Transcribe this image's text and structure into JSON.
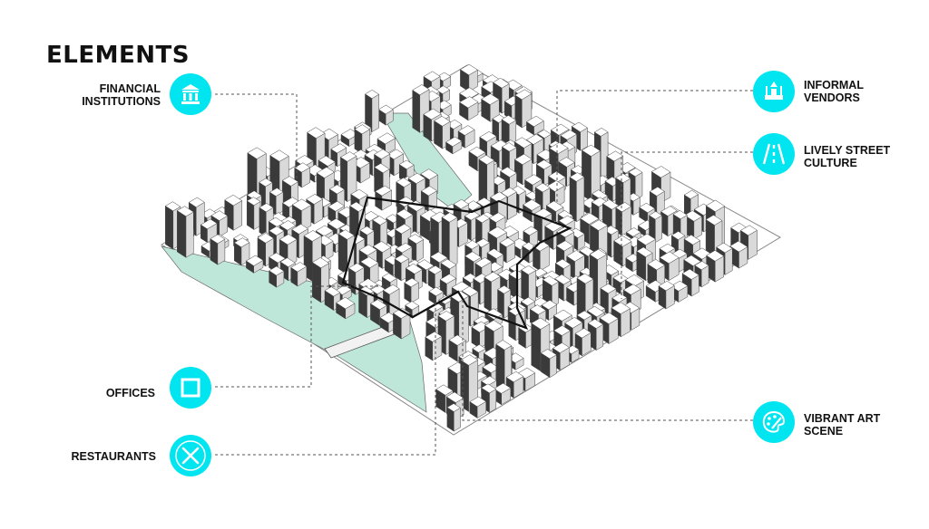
{
  "title": "ELEMENTS",
  "colors": {
    "accent": "#00e5ef",
    "water": "#bfe7d9",
    "outline": "#111111"
  },
  "elements": {
    "financial": {
      "line1": "FINANCIAL",
      "line2": "INSTITUTIONS",
      "icon": "bank-icon"
    },
    "offices": {
      "line1": "OFFICES",
      "icon": "square-icon"
    },
    "restaurants": {
      "line1": "RESTAURANTS",
      "icon": "fork-knife-icon"
    },
    "vendors": {
      "line1": "INFORMAL",
      "line2": "VENDORS",
      "icon": "market-stall-icon"
    },
    "street": {
      "line1": "LIVELY STREET",
      "line2": "CULTURE",
      "icon": "road-icon"
    },
    "art": {
      "line1": "VIBRANT ART",
      "line2": "SCENE",
      "icon": "palette-icon"
    }
  }
}
